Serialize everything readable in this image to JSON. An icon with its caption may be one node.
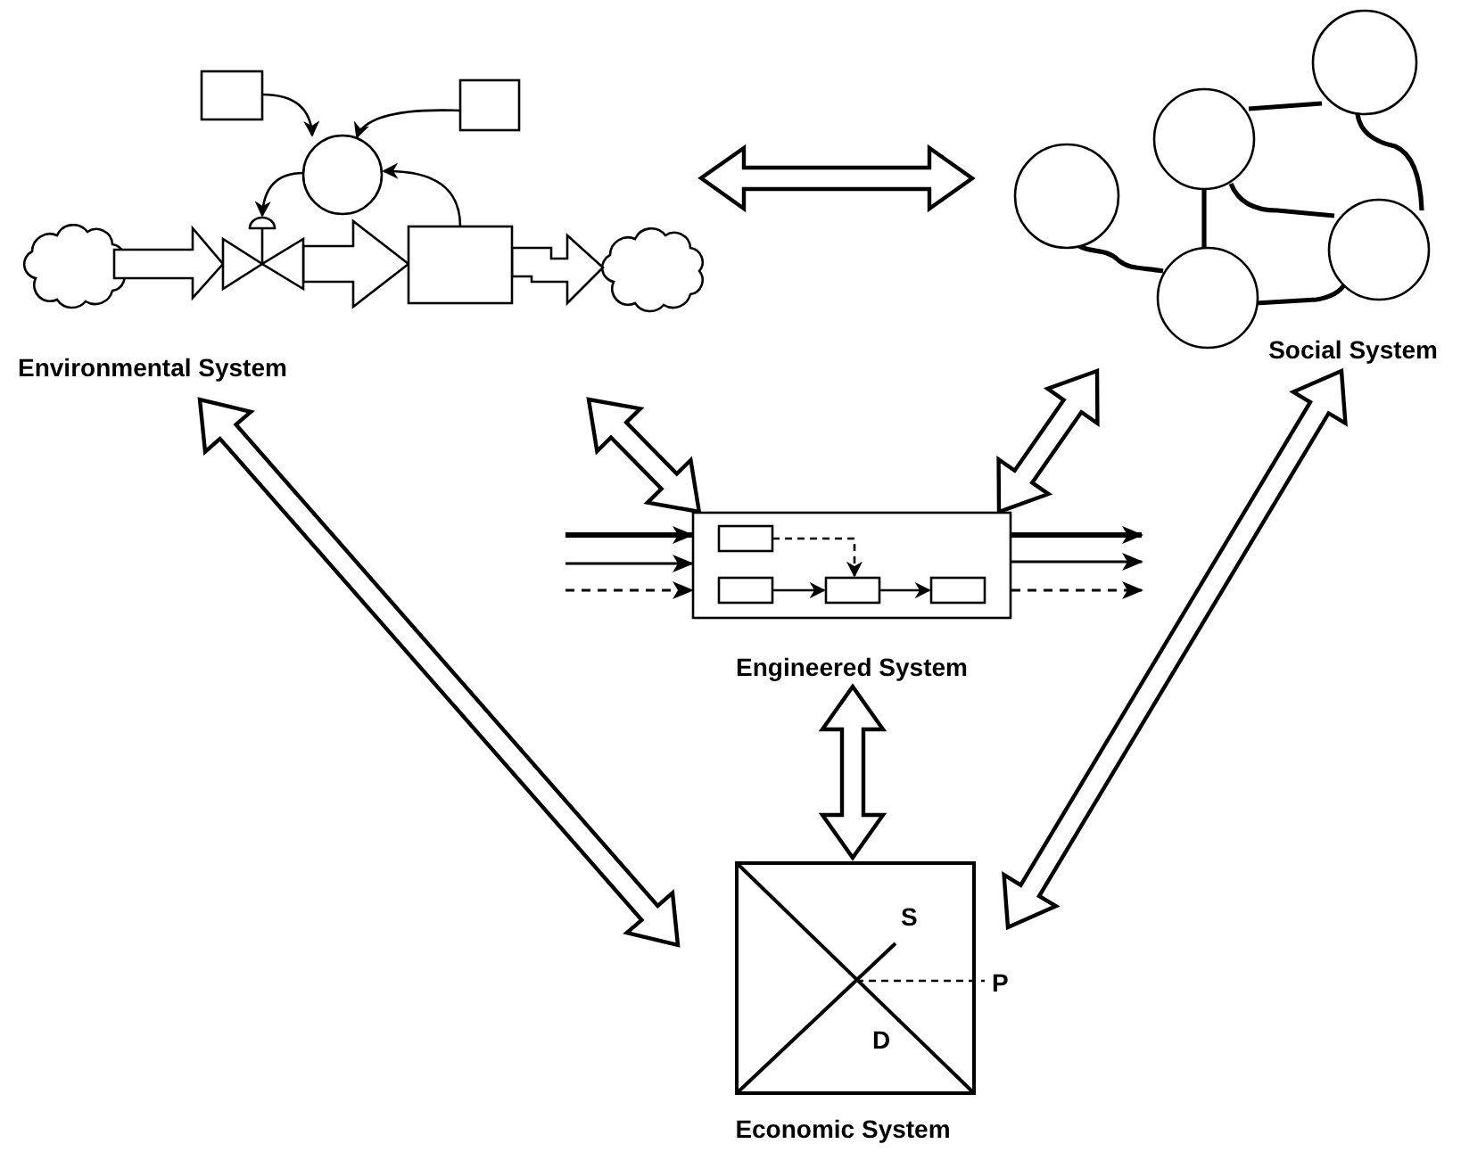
{
  "diagram": {
    "nodes": [
      {
        "text": [
          "Environmental System"
        ]
      },
      {
        "text": [
          "Social System"
        ]
      },
      {
        "text": [
          "Engineered System"
        ]
      },
      {
        "text": [
          "Economic System"
        ]
      }
    ],
    "edges": [
      {
        "from": 0,
        "to": 1,
        "arrow": "both"
      },
      {
        "from": 0,
        "to": 2,
        "arrow": "both"
      },
      {
        "from": 1,
        "to": 2,
        "arrow": "both"
      },
      {
        "from": 0,
        "to": 3,
        "arrow": "both"
      },
      {
        "from": 1,
        "to": 3,
        "arrow": "both"
      },
      {
        "from": 2,
        "to": 3,
        "arrow": "both"
      },
      {
        "from": null,
        "to": 2,
        "arrow": "to",
        "style": "thick"
      },
      {
        "from": null,
        "to": 2,
        "arrow": "to"
      },
      {
        "from": null,
        "to": 2,
        "arrow": "to",
        "style": "dashed"
      },
      {
        "from": 2,
        "to": null,
        "arrow": "to",
        "style": "thick"
      },
      {
        "from": 2,
        "to": null,
        "arrow": "to"
      },
      {
        "from": 2,
        "to": null,
        "arrow": "to",
        "style": "dashed"
      }
    ],
    "labels": [
      "S",
      "P",
      "D"
    ]
  }
}
